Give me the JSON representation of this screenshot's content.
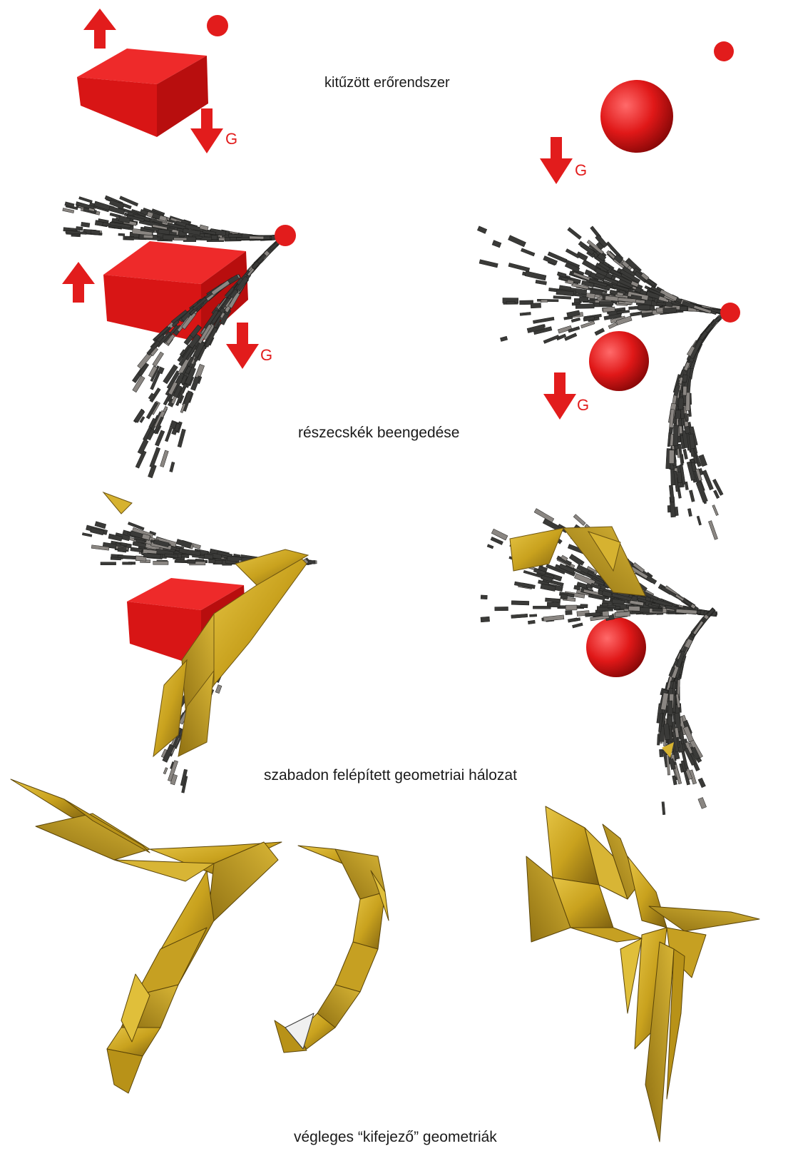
{
  "captions": {
    "step1": "kitűzött erőrendszer",
    "step2": "részecskék beengedése",
    "step3": "szabadon felépített geometriai hálozat",
    "step4": "végleges “kifejező” geometriák"
  },
  "force_label": "G",
  "colors": {
    "force_red": "#e21c1c",
    "particle_dark": "#3a3a38",
    "particle_light": "#8a8682",
    "geometry_gold": "#c9a21e",
    "geometry_gold_dark": "#8f7012",
    "background": "#ffffff",
    "text": "#1a1a1a"
  }
}
